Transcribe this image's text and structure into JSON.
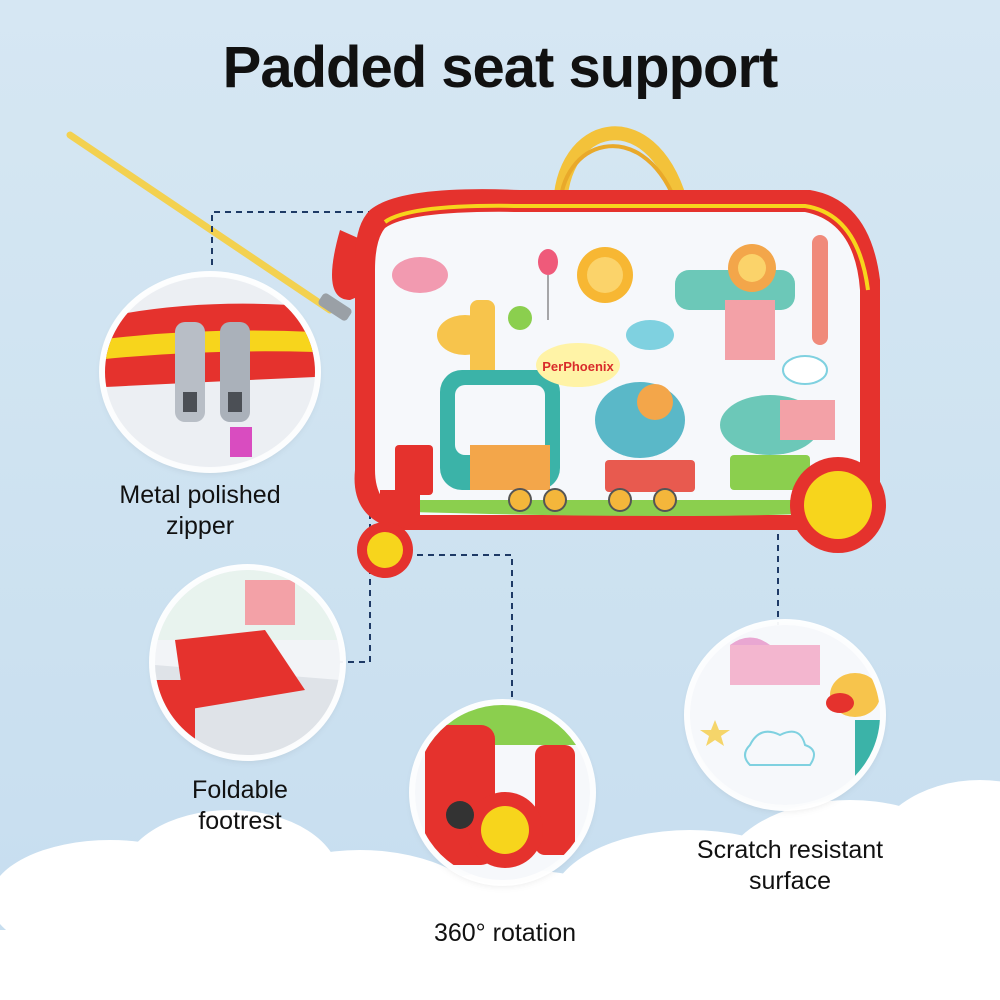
{
  "title": "Padded seat support",
  "brand": "PerPhoenix",
  "features": {
    "zipper": {
      "line1": "Metal polished",
      "line2": "zipper"
    },
    "footrest": {
      "line1": "Foldable",
      "line2": "footrest"
    },
    "rotation": {
      "line1": "360° rotation"
    },
    "scratch": {
      "line1": "Scratch resistant",
      "line2": "surface"
    }
  },
  "colors": {
    "background": "#cfe3f1",
    "shell_red": "#e5322d",
    "wheel_yellow": "#f7d51c",
    "strap_yellow": "#f3d150",
    "leader_line": "#1e3a66"
  }
}
